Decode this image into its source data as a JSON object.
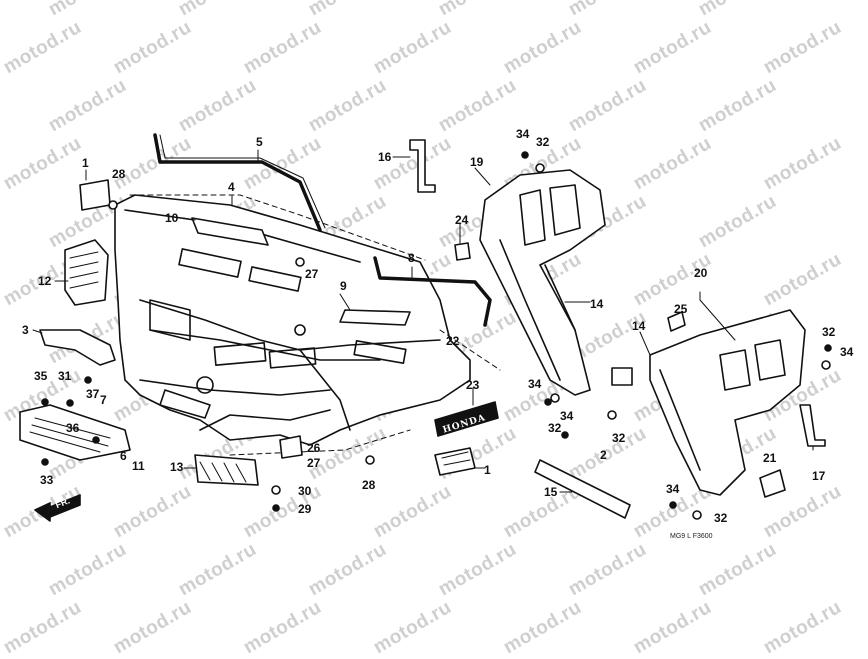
{
  "watermark": "motod.ru",
  "badge_text": "HONDA",
  "fr_label": "FR.",
  "footnote": "MG9 L F3600",
  "callouts": [
    "1",
    "2",
    "3",
    "4",
    "5",
    "6",
    "7",
    "8",
    "9",
    "10",
    "11",
    "12",
    "13",
    "14",
    "15",
    "16",
    "17",
    "19",
    "20",
    "21",
    "22",
    "23",
    "24",
    "25",
    "26",
    "27",
    "28",
    "29",
    "30",
    "31",
    "32",
    "33",
    "34",
    "35",
    "36",
    "37"
  ]
}
